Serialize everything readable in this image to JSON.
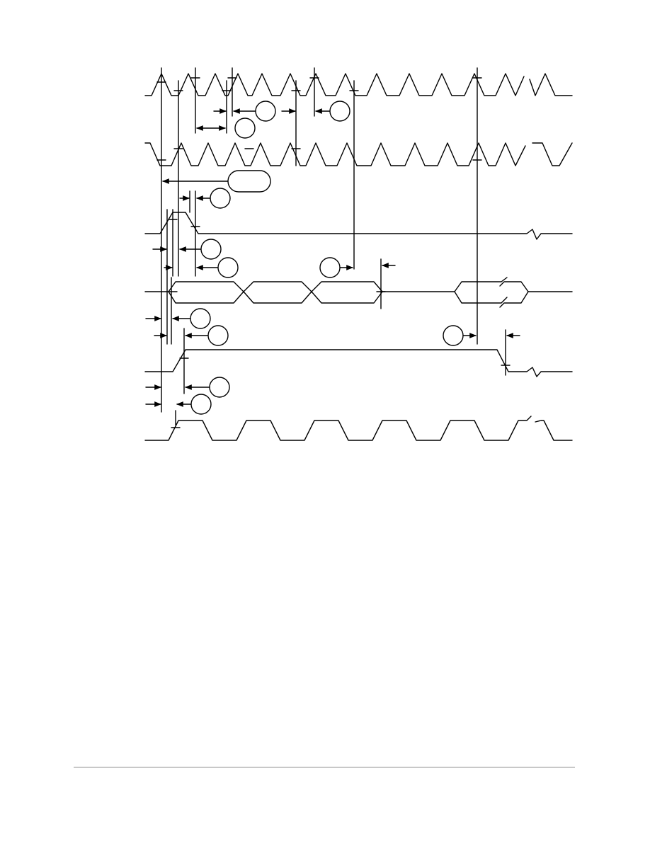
{
  "diagram": {
    "type": "timing-diagram",
    "signals": [
      {
        "name": "",
        "kind": "clock"
      },
      {
        "name": "",
        "kind": "clock"
      },
      {
        "name": "",
        "kind": "pulse"
      },
      {
        "name": "",
        "kind": "data-bus"
      },
      {
        "name": "",
        "kind": "level"
      },
      {
        "name": "",
        "kind": "clock"
      }
    ],
    "timing_labels": [
      "",
      "",
      "",
      "",
      "",
      "",
      "",
      "",
      "",
      "",
      "",
      "",
      ""
    ],
    "colors": {
      "stroke": "#000000",
      "background": "#ffffff",
      "footer_rule": "#c8c8c8"
    }
  }
}
